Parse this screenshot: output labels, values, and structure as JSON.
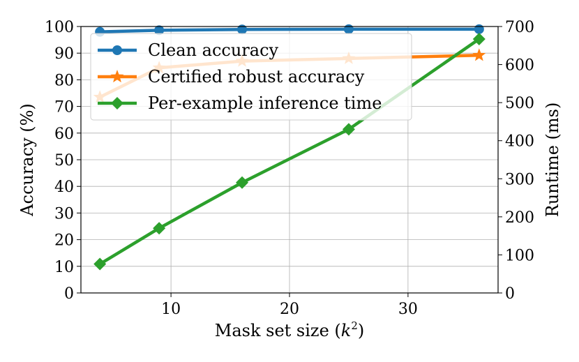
{
  "chart_data": {
    "type": "line",
    "x": [
      4,
      9,
      16,
      25,
      36
    ],
    "xlabel_main": "Mask set size (",
    "xlabel_var": "k",
    "xlabel_sup": "2",
    "xlabel_end": ")",
    "ylabel": "Accuracy (%)",
    "y2label": "Runtime (ms)",
    "xlim": [
      2.4,
      37.6
    ],
    "ylim": [
      0,
      100
    ],
    "y2lim": [
      0,
      700
    ],
    "xticks": [
      10,
      20,
      30
    ],
    "yticks": [
      0,
      10,
      20,
      30,
      40,
      50,
      60,
      70,
      80,
      90,
      100
    ],
    "y2ticks": [
      0,
      100,
      200,
      300,
      400,
      500,
      600,
      700
    ],
    "grid": true,
    "legend_position": "top-left",
    "series": [
      {
        "name": "Clean accuracy",
        "axis": "left",
        "marker": "circle",
        "color": "#1f77b4",
        "values": [
          98.0,
          98.6,
          98.9,
          99.0,
          99.0
        ]
      },
      {
        "name": "Certified robust accuracy",
        "axis": "left",
        "marker": "star",
        "color": "#ff7f0e",
        "values": [
          73.5,
          84.5,
          87.0,
          88.0,
          89.2
        ]
      },
      {
        "name": "Per-example inference time",
        "axis": "right",
        "marker": "diamond",
        "color": "#2ca02c",
        "values": [
          76,
          170,
          290,
          430,
          667
        ]
      }
    ]
  }
}
